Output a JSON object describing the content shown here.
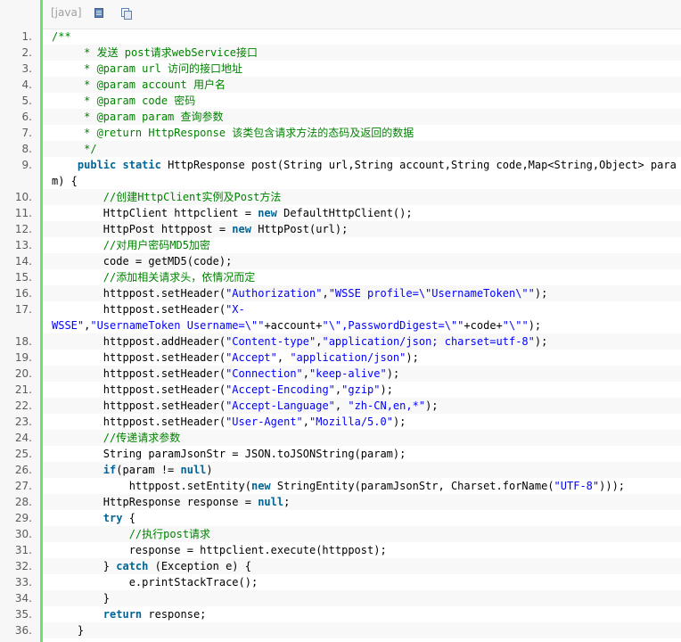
{
  "toolbar": {
    "language": "[java]",
    "view_source_icon": "view-source-icon",
    "copy_icon": "copy-icon"
  },
  "colors": {
    "gutter_rule": "#6ce26c",
    "comment": "#008200",
    "keyword": "#006699",
    "string": "#0000ff",
    "line_number": "#5c5c5c"
  },
  "lines": [
    {
      "num": "1.",
      "wrap": false,
      "tokens": [
        {
          "t": "/**",
          "c": "c"
        }
      ]
    },
    {
      "num": "2.",
      "wrap": false,
      "tokens": [
        {
          "t": "     * 发送 post请求webService接口",
          "c": "c"
        }
      ]
    },
    {
      "num": "3.",
      "wrap": false,
      "tokens": [
        {
          "t": "     * @param url 访问的接口地址",
          "c": "c"
        }
      ]
    },
    {
      "num": "4.",
      "wrap": false,
      "tokens": [
        {
          "t": "     * @param account 用户名",
          "c": "c"
        }
      ]
    },
    {
      "num": "5.",
      "wrap": false,
      "tokens": [
        {
          "t": "     * @param code 密码",
          "c": "c"
        }
      ]
    },
    {
      "num": "6.",
      "wrap": false,
      "tokens": [
        {
          "t": "     * @param param 查询参数",
          "c": "c"
        }
      ]
    },
    {
      "num": "7.",
      "wrap": false,
      "tokens": [
        {
          "t": "     * @return HttpResponse 该类包含请求方法的态码及返回的数据",
          "c": "c"
        }
      ]
    },
    {
      "num": "8.",
      "wrap": false,
      "tokens": [
        {
          "t": "     */",
          "c": "c"
        }
      ]
    },
    {
      "num": "9.",
      "wrap": true,
      "tokens": [
        {
          "t": "    ",
          "c": ""
        },
        {
          "t": "public",
          "c": "k"
        },
        {
          "t": " ",
          "c": ""
        },
        {
          "t": "static",
          "c": "k"
        },
        {
          "t": " HttpResponse post(String url,String account,String code,Map<String,Object> para",
          "c": ""
        }
      ],
      "tokens2": [
        {
          "t": "m) {",
          "c": ""
        }
      ]
    },
    {
      "num": "10.",
      "wrap": false,
      "tokens": [
        {
          "t": "        //创建HttpClient实例及Post方法",
          "c": "c"
        }
      ]
    },
    {
      "num": "11.",
      "wrap": false,
      "tokens": [
        {
          "t": "        HttpClient httpclient = ",
          "c": ""
        },
        {
          "t": "new",
          "c": "k"
        },
        {
          "t": " DefaultHttpClient();",
          "c": ""
        }
      ]
    },
    {
      "num": "12.",
      "wrap": false,
      "tokens": [
        {
          "t": "        HttpPost httppost = ",
          "c": ""
        },
        {
          "t": "new",
          "c": "k"
        },
        {
          "t": " HttpPost(url);",
          "c": ""
        }
      ]
    },
    {
      "num": "13.",
      "wrap": false,
      "tokens": [
        {
          "t": "        //对用户密码MD5加密",
          "c": "c"
        }
      ]
    },
    {
      "num": "14.",
      "wrap": false,
      "tokens": [
        {
          "t": "        code = getMD5(code);",
          "c": ""
        }
      ]
    },
    {
      "num": "15.",
      "wrap": false,
      "tokens": [
        {
          "t": "        //添加相关请求头，依情况而定",
          "c": "c"
        }
      ]
    },
    {
      "num": "16.",
      "wrap": false,
      "tokens": [
        {
          "t": "        httppost.setHeader(",
          "c": ""
        },
        {
          "t": "\"Authorization\"",
          "c": "s"
        },
        {
          "t": ",",
          "c": ""
        },
        {
          "t": "\"WSSE profile=\\\"UsernameToken\\\"\"",
          "c": "s"
        },
        {
          "t": ");",
          "c": ""
        }
      ]
    },
    {
      "num": "17.",
      "wrap": true,
      "tokens": [
        {
          "t": "        httppost.setHeader(",
          "c": ""
        },
        {
          "t": "\"X-",
          "c": "s"
        }
      ],
      "tokens2": [
        {
          "t": "WSSE\"",
          "c": "s"
        },
        {
          "t": ",",
          "c": ""
        },
        {
          "t": "\"UsernameToken Username=\\\"\"",
          "c": "s"
        },
        {
          "t": "+account+",
          "c": ""
        },
        {
          "t": "\"\\\",PasswordDigest=\\\"\"",
          "c": "s"
        },
        {
          "t": "+code+",
          "c": ""
        },
        {
          "t": "\"\\\"\"",
          "c": "s"
        },
        {
          "t": ");",
          "c": ""
        }
      ]
    },
    {
      "num": "18.",
      "wrap": false,
      "tokens": [
        {
          "t": "        httppost.addHeader(",
          "c": ""
        },
        {
          "t": "\"Content-type\"",
          "c": "s"
        },
        {
          "t": ",",
          "c": ""
        },
        {
          "t": "\"application/json; charset=utf-8\"",
          "c": "s"
        },
        {
          "t": ");",
          "c": ""
        }
      ]
    },
    {
      "num": "19.",
      "wrap": false,
      "tokens": [
        {
          "t": "        httppost.setHeader(",
          "c": ""
        },
        {
          "t": "\"Accept\"",
          "c": "s"
        },
        {
          "t": ", ",
          "c": ""
        },
        {
          "t": "\"application/json\"",
          "c": "s"
        },
        {
          "t": ");",
          "c": ""
        }
      ]
    },
    {
      "num": "20.",
      "wrap": false,
      "tokens": [
        {
          "t": "        httppost.setHeader(",
          "c": ""
        },
        {
          "t": "\"Connection\"",
          "c": "s"
        },
        {
          "t": ",",
          "c": ""
        },
        {
          "t": "\"keep-alive\"",
          "c": "s"
        },
        {
          "t": ");",
          "c": ""
        }
      ]
    },
    {
      "num": "21.",
      "wrap": false,
      "tokens": [
        {
          "t": "        httppost.setHeader(",
          "c": ""
        },
        {
          "t": "\"Accept-Encoding\"",
          "c": "s"
        },
        {
          "t": ",",
          "c": ""
        },
        {
          "t": "\"gzip\"",
          "c": "s"
        },
        {
          "t": ");",
          "c": ""
        }
      ]
    },
    {
      "num": "22.",
      "wrap": false,
      "tokens": [
        {
          "t": "        httppost.setHeader(",
          "c": ""
        },
        {
          "t": "\"Accept-Language\"",
          "c": "s"
        },
        {
          "t": ", ",
          "c": ""
        },
        {
          "t": "\"zh-CN,en,*\"",
          "c": "s"
        },
        {
          "t": ");",
          "c": ""
        }
      ]
    },
    {
      "num": "23.",
      "wrap": false,
      "tokens": [
        {
          "t": "        httppost.setHeader(",
          "c": ""
        },
        {
          "t": "\"User-Agent\"",
          "c": "s"
        },
        {
          "t": ",",
          "c": ""
        },
        {
          "t": "\"Mozilla/5.0\"",
          "c": "s"
        },
        {
          "t": ");",
          "c": ""
        }
      ]
    },
    {
      "num": "24.",
      "wrap": false,
      "tokens": [
        {
          "t": "        //传递请求参数",
          "c": "c"
        }
      ]
    },
    {
      "num": "25.",
      "wrap": false,
      "tokens": [
        {
          "t": "        String paramJsonStr = JSON.toJSONString(param);",
          "c": ""
        }
      ]
    },
    {
      "num": "26.",
      "wrap": false,
      "tokens": [
        {
          "t": "        ",
          "c": ""
        },
        {
          "t": "if",
          "c": "k"
        },
        {
          "t": "(param != ",
          "c": ""
        },
        {
          "t": "null",
          "c": "k"
        },
        {
          "t": ")",
          "c": ""
        }
      ]
    },
    {
      "num": "27.",
      "wrap": false,
      "tokens": [
        {
          "t": "            httppost.setEntity(",
          "c": ""
        },
        {
          "t": "new",
          "c": "k"
        },
        {
          "t": " StringEntity(paramJsonStr, Charset.forName(",
          "c": ""
        },
        {
          "t": "\"UTF-8\"",
          "c": "s"
        },
        {
          "t": ")));",
          "c": ""
        }
      ]
    },
    {
      "num": "28.",
      "wrap": false,
      "tokens": [
        {
          "t": "        HttpResponse response = ",
          "c": ""
        },
        {
          "t": "null",
          "c": "k"
        },
        {
          "t": ";",
          "c": ""
        }
      ]
    },
    {
      "num": "29.",
      "wrap": false,
      "tokens": [
        {
          "t": "        ",
          "c": ""
        },
        {
          "t": "try",
          "c": "k"
        },
        {
          "t": " {",
          "c": ""
        }
      ]
    },
    {
      "num": "30.",
      "wrap": false,
      "tokens": [
        {
          "t": "            //执行post请求",
          "c": "c"
        }
      ]
    },
    {
      "num": "31.",
      "wrap": false,
      "tokens": [
        {
          "t": "            response = httpclient.execute(httppost);",
          "c": ""
        }
      ]
    },
    {
      "num": "32.",
      "wrap": false,
      "tokens": [
        {
          "t": "        } ",
          "c": ""
        },
        {
          "t": "catch",
          "c": "k"
        },
        {
          "t": " (Exception e) {",
          "c": ""
        }
      ]
    },
    {
      "num": "33.",
      "wrap": false,
      "tokens": [
        {
          "t": "            e.printStackTrace();",
          "c": ""
        }
      ]
    },
    {
      "num": "34.",
      "wrap": false,
      "tokens": [
        {
          "t": "        }",
          "c": ""
        }
      ]
    },
    {
      "num": "35.",
      "wrap": false,
      "tokens": [
        {
          "t": "        ",
          "c": ""
        },
        {
          "t": "return",
          "c": "k"
        },
        {
          "t": " response;",
          "c": ""
        }
      ]
    },
    {
      "num": "36.",
      "wrap": false,
      "tokens": [
        {
          "t": "    }",
          "c": ""
        }
      ]
    }
  ]
}
